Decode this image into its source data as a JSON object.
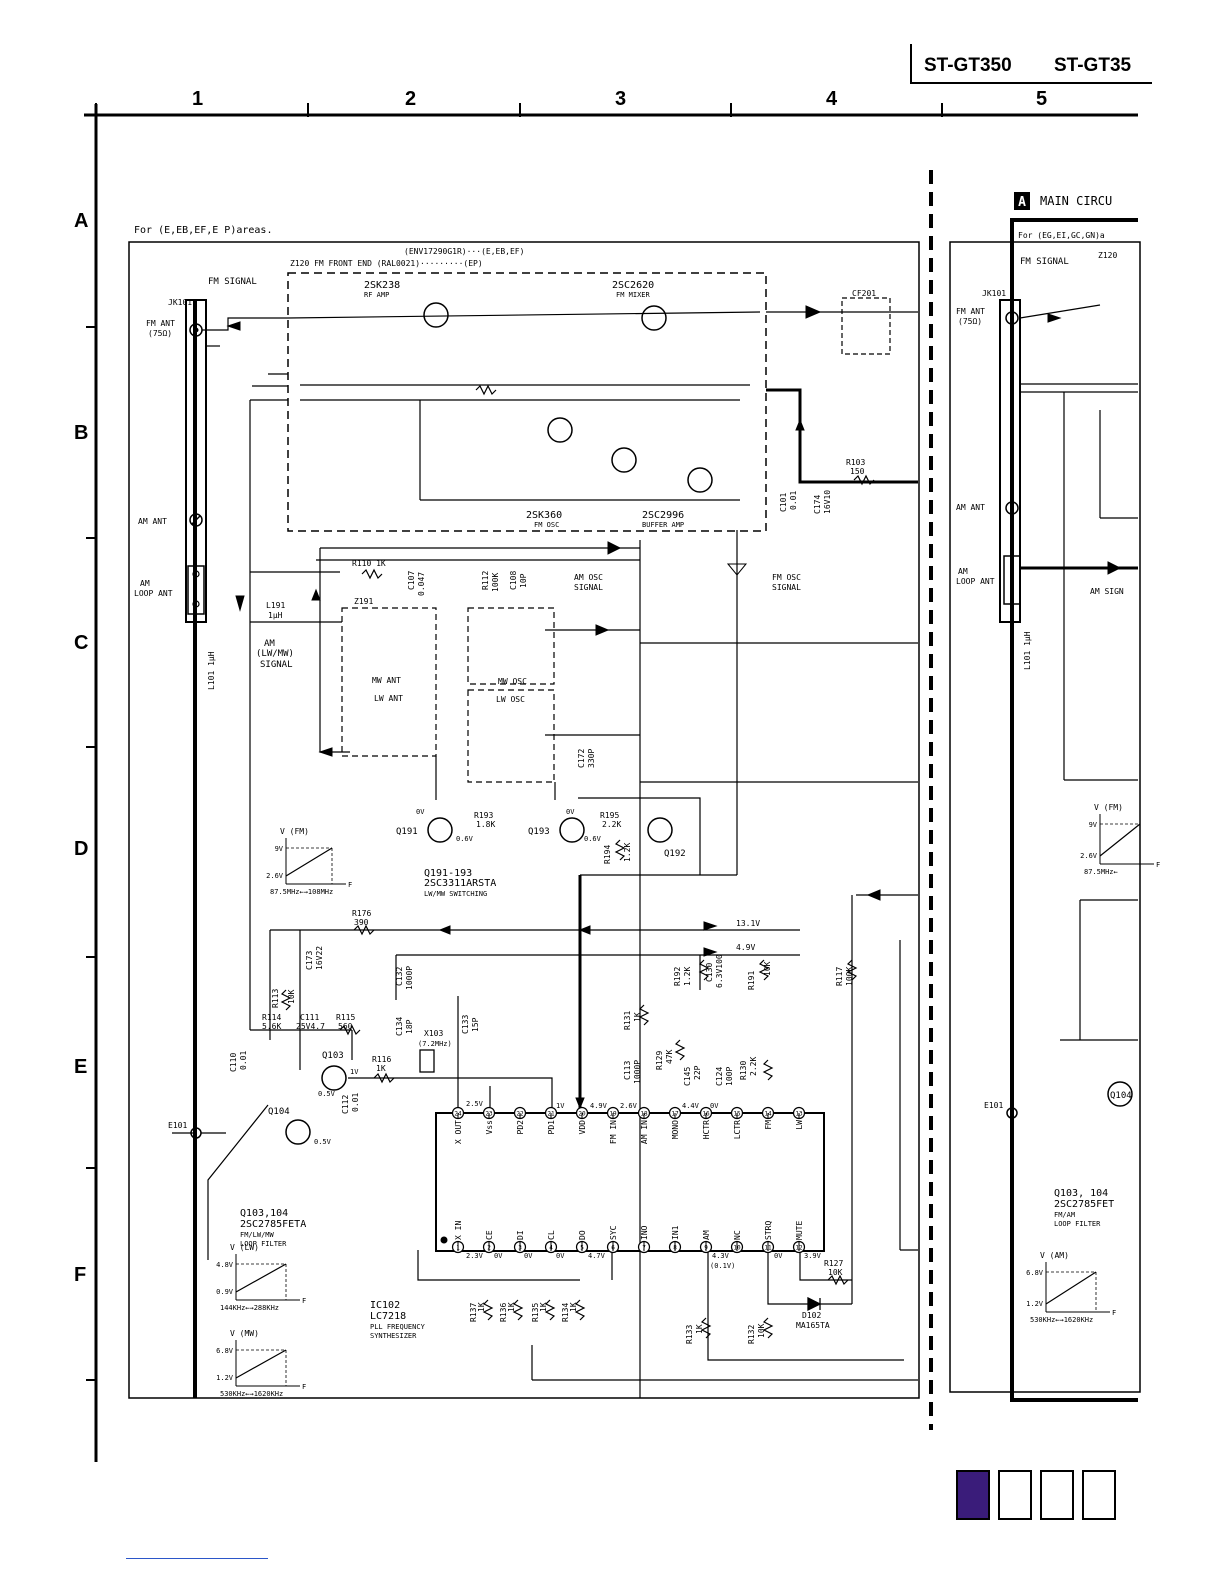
{
  "header": {
    "model_1": "ST-GT350",
    "model_2": "ST-GT35"
  },
  "grid": {
    "columns": [
      "1",
      "2",
      "3",
      "4",
      "5"
    ],
    "rows": [
      "A",
      "B",
      "C",
      "D",
      "E",
      "F"
    ]
  },
  "labels": {
    "area_note": "For (E,EB,EF,E P)areas.",
    "fm_signal": "FM SIGNAL",
    "jk101": "JK101",
    "fm_ant": "FM ANT",
    "fm_ant_ohm": "(75Ω)",
    "am_ant": "AM ANT",
    "am_loop_ant_1": "AM",
    "am_loop_ant_2": "LOOP ANT",
    "front_end_1": "(ENV17290G1R)···(E,EB,EF)",
    "front_end_2": "Z120 FM FRONT END (RAL0021)·········(EP)",
    "rf_amp_part": "2SK238",
    "rf_amp": "RF AMP",
    "fm_mixer_part": "2SC2620",
    "fm_mixer": "FM MIXER",
    "fm_osc_part": "2SK360",
    "fm_osc": "FM OSC",
    "buffer_amp_part": "2SC2996",
    "buffer_amp": "BUFFER AMP",
    "cf201": "CF201",
    "r103": "R103",
    "r103_val": "150",
    "am_signal_1": "AM",
    "am_signal_2": "(LW/MW)",
    "am_signal_3": "SIGNAL",
    "l191": "L191",
    "l191_val": "1μH",
    "l101": "L101 1μH",
    "z191": "Z191",
    "mw_ant": "MW ANT",
    "lw_ant": "LW ANT",
    "mw_osc": "MW OSC",
    "lw_osc": "LW OSC",
    "am_osc_signal_1": "AM OSC",
    "am_osc_signal_2": "SIGNAL",
    "fm_osc_signal_1": "FM OSC",
    "fm_osc_signal_2": "SIGNAL",
    "r110": "R110 1K",
    "q191_193_1": "Q191-193",
    "q191_193_2": "2SC3311ARSTA",
    "q191_193_3": "LW/MW SWITCHING",
    "q191": "Q191",
    "q192": "Q192",
    "q193": "Q193",
    "q103": "Q103",
    "q104": "Q104",
    "q103_104_1": "Q103,104",
    "q103_104_2": "2SC2785FETA",
    "q103_104_3": "FM/LW/MW",
    "q103_104_4": "LOOP FILTER",
    "e101": "E101",
    "x103": "X103",
    "x103_val": "(7.2MHz)",
    "ic102_1": "IC102",
    "ic102_2": "LC7218",
    "ic102_3": "PLL FREQUENCY",
    "ic102_4": "SYNTHESIZER",
    "d102": "D102",
    "d102_val": "MA165TA",
    "v_13_1": "13.1V",
    "v_4_9": "4.9V",
    "main_circuit": "MAIN CIRCU",
    "main_badge": "A",
    "right_area_note": "For (EG,EI,GC,GN)a",
    "right_fm_signal": "FM SIGNAL",
    "right_z120": "Z120",
    "right_jk101": "JK101",
    "right_fm_ant": "FM ANT",
    "right_fm_ant_ohm": "(75Ω)",
    "right_am_ant": "AM ANT",
    "right_am_loop_1": "AM",
    "right_am_loop_2": "LOOP ANT",
    "right_am_signal": "AM SIGN",
    "right_l101": "L101 1μH",
    "right_e101": "E101",
    "right_q104": "Q104",
    "right_q103_104_1": "Q103, 104",
    "right_q103_104_2": "2SC2785FET",
    "right_q103_104_3": "FM/AM",
    "right_q103_104_4": "LOOP FILTER"
  },
  "ic_pins_top": [
    {
      "num": "24",
      "name": "X OUT"
    },
    {
      "num": "23",
      "name": "Vss"
    },
    {
      "num": "22",
      "name": "PD2"
    },
    {
      "num": "21",
      "name": "PD1"
    },
    {
      "num": "20",
      "name": "VDD"
    },
    {
      "num": "19",
      "name": "FM IN"
    },
    {
      "num": "18",
      "name": "AM IN"
    },
    {
      "num": "17",
      "name": "MONO"
    },
    {
      "num": "16",
      "name": "HCTR"
    },
    {
      "num": "15",
      "name": "LCTR"
    },
    {
      "num": "14",
      "name": "FM"
    },
    {
      "num": "13",
      "name": "LW"
    }
  ],
  "ic_pins_bottom": [
    {
      "num": "1",
      "name": "X IN"
    },
    {
      "num": "2",
      "name": "CE"
    },
    {
      "num": "3",
      "name": "DI"
    },
    {
      "num": "4",
      "name": "CL"
    },
    {
      "num": "5",
      "name": "DO"
    },
    {
      "num": "6",
      "name": "SYC"
    },
    {
      "num": "7",
      "name": "INO"
    },
    {
      "num": "8",
      "name": "IN1"
    },
    {
      "num": "9",
      "name": "AM"
    },
    {
      "num": "10",
      "name": "NC"
    },
    {
      "num": "11",
      "name": "STRQ"
    },
    {
      "num": "12",
      "name": "MUTE"
    }
  ],
  "graphs": {
    "fm": {
      "v_label": "V (FM)",
      "v_hi": "9V",
      "v_lo": "2.6V",
      "f_range": "87.5MHz←→108MHz"
    },
    "lw": {
      "v_label": "V (LW)",
      "v_hi": "4.8V",
      "v_lo": "0.9V",
      "f_range": "144KHz←→288KHz"
    },
    "mw": {
      "v_label": "V (MW)",
      "v_hi": "6.8V",
      "v_lo": "1.2V",
      "f_range": "530KHz←→1620KHz"
    },
    "right_fm": {
      "v_label": "V (FM)",
      "v_hi": "9V",
      "v_lo": "2.6V",
      "f_range": "87.5MHz←"
    },
    "right_am": {
      "v_label": "V (AM)",
      "v_hi": "6.8V",
      "v_lo": "1.2V",
      "f_range": "530KHz←→1620KHz"
    }
  },
  "components": {
    "r176": "R176",
    "r176_val": "390",
    "c173": "C173",
    "c173_val": "16V22",
    "r113": "R113",
    "r113_val": "10K",
    "r114": "R114",
    "r114_val": "5.6K",
    "c111": "C111",
    "c111_val": "25V4.7",
    "r115": "R115",
    "r115_val": "560",
    "r116": "R116",
    "r116_val": "1K",
    "c110": "C110",
    "c110_val": "0.01",
    "c112": "C112",
    "c112_val": "0.01",
    "c132": "C132",
    "c132_val": "1000P",
    "c134": "C134",
    "c134_val": "18P",
    "c133": "C133",
    "c133_val": "15P",
    "r193": "R193",
    "r193_val": "1.8K",
    "r195": "R195",
    "r195_val": "2.2K",
    "r194": "R194",
    "r194_val": "1.2K",
    "c172": "C172",
    "c172_val": "330P",
    "r117": "R117",
    "r117_val": "100K",
    "r191": "R191",
    "r191_val": "10K",
    "r192": "R192",
    "r192_val": "1.2K",
    "c130": "C130",
    "c130_val": "6.3V100",
    "r131": "R131",
    "r131_val": "1K",
    "c113": "C113",
    "c113_val": "1000P",
    "r129": "R129",
    "r129_val": "47K",
    "c145": "C145",
    "c145_val": "22P",
    "c124": "C124",
    "c124_val": "100P",
    "r130": "R130",
    "r130_val": "2.2K",
    "r127": "R127",
    "r127_val": "10K",
    "r133": "R133",
    "r133_val": "1K",
    "r132": "R132",
    "r132_val": "10K",
    "r137": "R137",
    "r136": "R136",
    "r135": "R135",
    "r134": "R134",
    "r13x_val": "1K",
    "c101": "C101",
    "c101_val": "0.01",
    "c174": "C174",
    "c174_val": "16V10",
    "c107": "C107",
    "c107_val": "0.047",
    "r112": "R112",
    "r112_val": "100K",
    "c108": "C108",
    "c108_val": "10P"
  },
  "voltages": {
    "v0": "0V",
    "v05": "0.5V",
    "v1": "1V",
    "v25": "2.5V",
    "v49": "4.9V",
    "v26": "2.6V",
    "v44": "4.4V",
    "v06": "0.6V",
    "v23": "2.3V",
    "v47": "4.7V",
    "v43": "4.3V",
    "v01": "(0.1V)",
    "v39": "3.9V"
  }
}
